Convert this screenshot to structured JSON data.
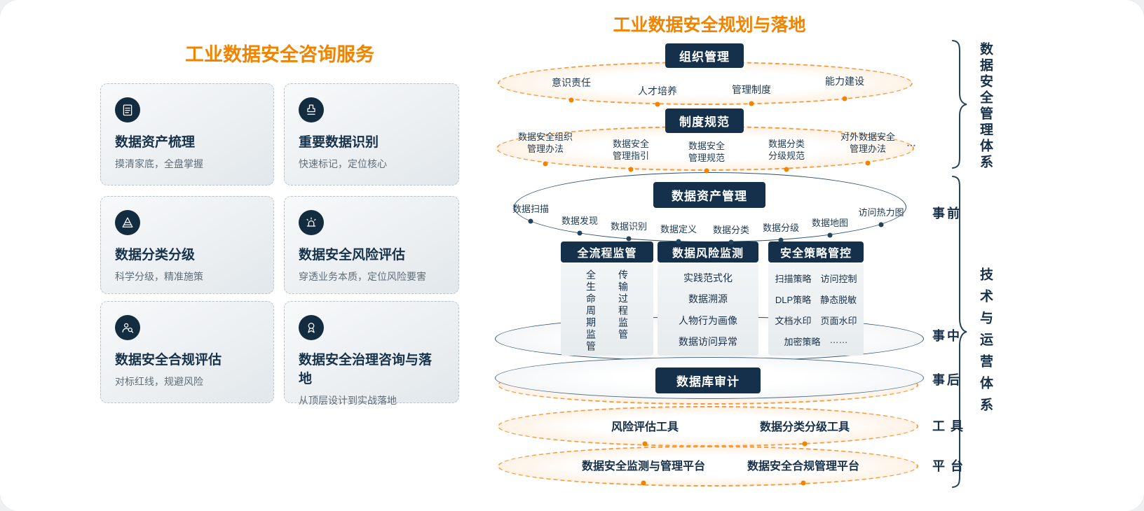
{
  "colors": {
    "accent": "#f08300",
    "navy": "#14304a"
  },
  "left": {
    "title": "工业数据安全咨询服务",
    "cards": [
      {
        "icon": "clipboard-list-icon",
        "title": "数据资产梳理",
        "desc": "摸清家底，全盘掌握"
      },
      {
        "icon": "stamp-icon",
        "title": "重要数据识别",
        "desc": "快速标记，定位核心"
      },
      {
        "icon": "pyramid-layers-icon",
        "title": "数据分类分级",
        "desc": "科学分级，精准施策"
      },
      {
        "icon": "siren-icon",
        "title": "数据安全风险评估",
        "desc": "穿透业务本质，定位风险要害"
      },
      {
        "icon": "person-audit-icon",
        "title": "数据安全合规评估",
        "desc": "对标红线，规避风险"
      },
      {
        "icon": "medal-icon",
        "title": "数据安全治理咨询与落地",
        "desc": "从顶层设计到实战落地"
      }
    ]
  },
  "right": {
    "title": "工业数据安全规划与落地",
    "org": {
      "badge": "组织管理",
      "items": [
        "意识责任",
        "人才培养",
        "管理制度",
        "能力建设"
      ]
    },
    "rules": {
      "badge": "制度规范",
      "items": [
        "数据安全组织管理办法",
        "数据安全管理指引",
        "数据安全管理规范",
        "数据分类分级规范",
        "对外数据安全管理办法"
      ],
      "more": "…"
    },
    "asset": {
      "badge": "数据资产管理",
      "items": [
        "数据扫描",
        "数据发现",
        "数据识别",
        "数据定义",
        "数据分类",
        "数据分级",
        "数据地图",
        "访问热力图"
      ]
    },
    "panels": [
      {
        "title": "全流程监管",
        "items": [
          "全生命周期监管",
          "传输过程监管"
        ]
      },
      {
        "title": "数据风险监测",
        "items": [
          "实践范式化",
          "数据溯源",
          "人物行为画像",
          "数据访问异常"
        ]
      },
      {
        "title": "安全策略管控",
        "rows": [
          [
            "扫描策略",
            "访问控制"
          ],
          [
            "DLP策略",
            "静态脱敏"
          ],
          [
            "文档水印",
            "页面水印"
          ],
          [
            "加密策略",
            "……"
          ]
        ]
      }
    ],
    "audit": {
      "badge": "数据库审计"
    },
    "tools": [
      "风险评估工具",
      "数据分类分级工具"
    ],
    "platforms": [
      "数据安全监测与管理平台",
      "数据安全合规管理平台"
    ],
    "stages": [
      "事前",
      "事中",
      "事后",
      "工具",
      "平台"
    ],
    "bracket_top": "数据安全管理体系",
    "bracket_bottom": "技术与运营体系"
  }
}
